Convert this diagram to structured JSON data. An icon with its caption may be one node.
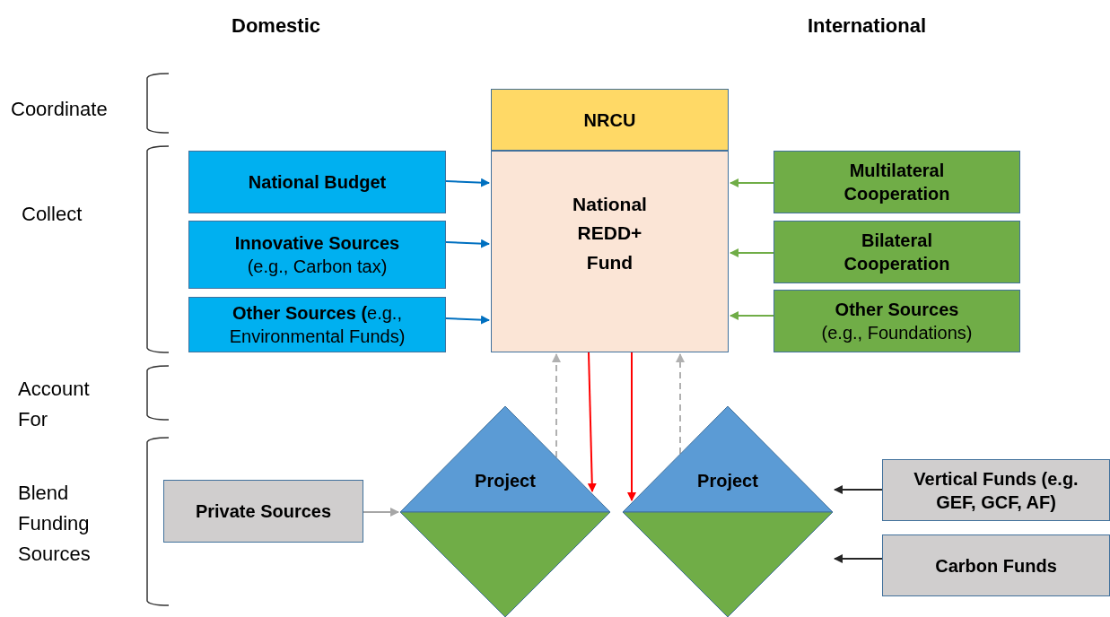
{
  "diagram": {
    "nodes": [
      {
        "text": [
          "NRCU"
        ]
      },
      {
        "text": [
          "National REDD+ Fund"
        ]
      },
      {
        "text": [
          "National Budget"
        ]
      },
      {
        "text": [
          "Innovative Sources",
          "(e.g., Carbon tax)"
        ]
      },
      {
        "text": [
          "**Other Sources (**e.g., Environmental Funds)"
        ]
      },
      {
        "text": [
          "Multilateral Cooperation"
        ]
      },
      {
        "text": [
          "Bilateral Cooperation"
        ]
      },
      {
        "text": [
          "Other Sources",
          "(e.g., Foundations)"
        ]
      },
      {
        "text": [
          "Private Sources"
        ]
      },
      {
        "text": [
          "Project"
        ]
      },
      {
        "text": [
          "Project"
        ]
      },
      {
        "text": [
          "Vertical Funds (e.g. GEF, GCF, AF)"
        ]
      },
      {
        "text": [
          "Carbon Funds"
        ]
      }
    ],
    "edges": [
      {
        "from": 2,
        "to": 1,
        "arrow": "to",
        "color": "#0070c0"
      },
      {
        "from": 3,
        "to": 1,
        "arrow": "to",
        "color": "#0070c0"
      },
      {
        "from": 4,
        "to": 1,
        "arrow": "to",
        "color": "#0070c0"
      },
      {
        "from": 5,
        "to": 1,
        "arrow": "to",
        "color": "#70ad47"
      },
      {
        "from": 6,
        "to": 1,
        "arrow": "to",
        "color": "#70ad47"
      },
      {
        "from": 7,
        "to": 1,
        "arrow": "to",
        "color": "#70ad47"
      },
      {
        "from": 9,
        "to": 1,
        "arrow": "to",
        "style": "dashed",
        "color": "#b0b0b0"
      },
      {
        "from": 1,
        "to": 9,
        "arrow": "to",
        "color": "#ff0000"
      },
      {
        "from": 1,
        "to": 10,
        "arrow": "to",
        "color": "#ff0000"
      },
      {
        "from": 10,
        "to": 1,
        "arrow": "to",
        "style": "dashed",
        "color": "#b0b0b0"
      },
      {
        "from": 8,
        "to": 9,
        "arrow": "to",
        "color": "#a6a6a6"
      },
      {
        "from": 11,
        "to": 10,
        "arrow": "to",
        "color": "#262626"
      },
      {
        "from": 12,
        "to": 10,
        "arrow": "to",
        "color": "#262626"
      }
    ],
    "labels": [
      "Domestic",
      "International",
      "Coordinate",
      "Collect",
      "Account For",
      "Blend Funding Sources"
    ]
  }
}
